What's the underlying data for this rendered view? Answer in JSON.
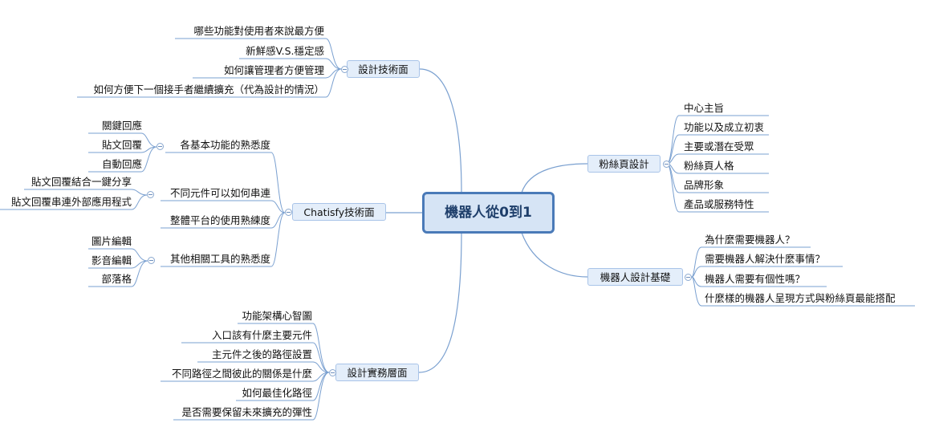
{
  "root": {
    "label": "機器人從0到1"
  },
  "design_tech": {
    "label": "設計技術面",
    "items": [
      "哪些功能對使用者來說最方便",
      "新鮮感V.S.穩定感",
      "如何讓管理者方便管理",
      "如何方便下一個接手者繼續擴充（代為設計的情況）"
    ]
  },
  "chatisfy": {
    "label": "Chatisfy技術面",
    "groups": [
      {
        "label": "各基本功能的熟悉度",
        "items": [
          "關鍵回應",
          "貼文回覆",
          "自動回應"
        ]
      },
      {
        "label": "不同元件可以如何串連",
        "items": [
          "貼文回覆結合一鍵分享",
          "貼文回覆串連外部應用程式"
        ]
      },
      {
        "label": "整體平台的使用熟練度",
        "items": []
      },
      {
        "label": "其他相關工具的熟悉度",
        "items": [
          "圖片編輯",
          "影音編輯",
          "部落格"
        ]
      }
    ]
  },
  "practice": {
    "label": "設計實務層面",
    "items": [
      "功能架構心智圖",
      "入口該有什麼主要元件",
      "主元件之後的路徑設置",
      "不同路徑之間彼此的關係是什麼",
      "如何最佳化路徑",
      "是否需要保留未來擴充的彈性"
    ]
  },
  "fanpage": {
    "label": "粉絲頁設計",
    "items": [
      "中心主旨",
      "功能以及成立初衷",
      "主要或潛在受眾",
      "粉絲頁人格",
      "品牌形象",
      "產品或服務特性"
    ]
  },
  "basics": {
    "label": "機器人設計基礎",
    "items": [
      "為什麼需要機器人？",
      "需要機器人解決什麼事情？",
      "機器人需要有個性嗎？",
      "什麼樣的機器人呈現方式與粉絲頁最能搭配"
    ]
  }
}
